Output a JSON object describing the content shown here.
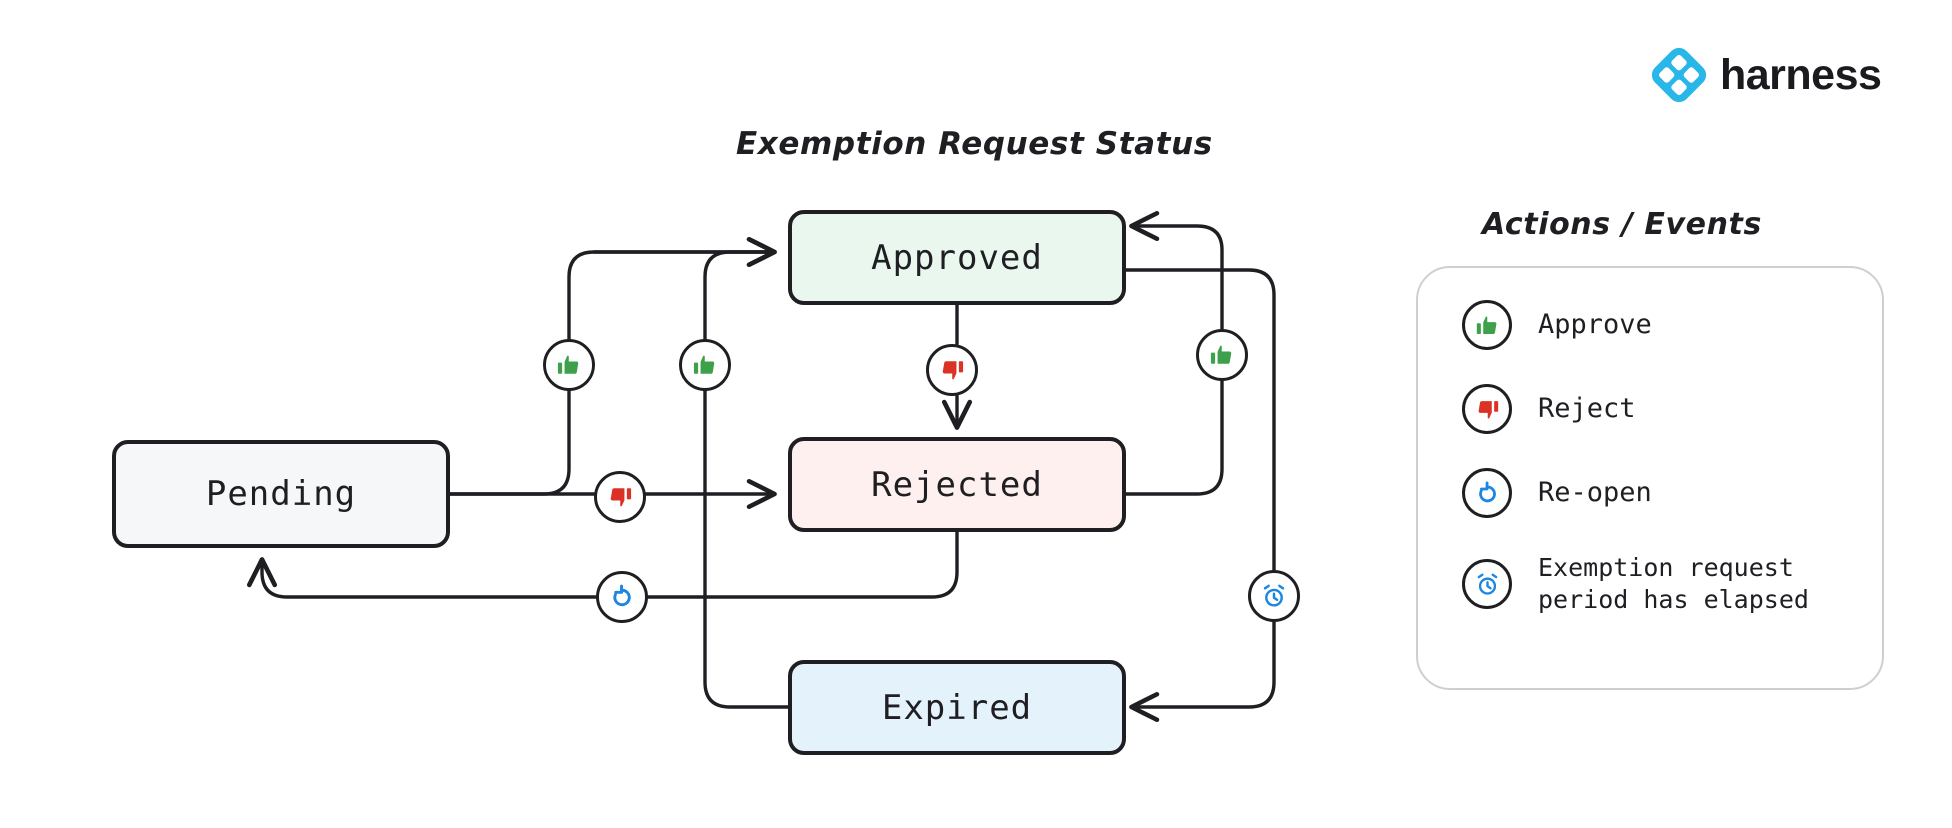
{
  "brand": {
    "name": "harness",
    "logo_icon": "harness-diamond-logo",
    "color": "#29B6E8"
  },
  "diagram": {
    "title": "Exemption Request Status",
    "type": "state-machine",
    "states": [
      {
        "id": "pending",
        "label": "Pending",
        "fill": "#f6f7f9",
        "stroke": "#1f1f23"
      },
      {
        "id": "approved",
        "label": "Approved",
        "fill": "#e9f7ee",
        "stroke": "#1f1f23"
      },
      {
        "id": "rejected",
        "label": "Rejected",
        "fill": "#fdf0ee",
        "stroke": "#1f1f23"
      },
      {
        "id": "expired",
        "label": "Expired",
        "fill": "#e4f2fb",
        "stroke": "#1f1f23"
      }
    ],
    "transitions": [
      {
        "from": "pending",
        "to": "approved",
        "action": "approve",
        "icon": "thumbs-up-icon"
      },
      {
        "from": "pending",
        "to": "rejected",
        "action": "reject",
        "icon": "thumbs-down-icon"
      },
      {
        "from": "approved",
        "to": "rejected",
        "action": "reject",
        "icon": "thumbs-down-icon"
      },
      {
        "from": "rejected",
        "to": "approved",
        "action": "approve",
        "icon": "thumbs-up-icon"
      },
      {
        "from": "expired",
        "to": "approved",
        "action": "approve",
        "icon": "thumbs-up-icon"
      },
      {
        "from": "approved",
        "to": "expired",
        "action": "exemption-request-period-has-elapsed",
        "icon": "alarm-clock-icon"
      },
      {
        "from": "expired",
        "to": "pending",
        "action": "re-open",
        "icon": "reopen-icon"
      }
    ]
  },
  "legend": {
    "title": "Actions / Events",
    "items": [
      {
        "icon": "thumbs-up-icon",
        "label": "Approve",
        "color": "#3EA04A"
      },
      {
        "icon": "thumbs-down-icon",
        "label": "Reject",
        "color": "#DC3226"
      },
      {
        "icon": "reopen-icon",
        "label": "Re-open",
        "color": "#1C86E0"
      },
      {
        "icon": "alarm-clock-icon",
        "label": "Exemption request\nperiod has elapsed",
        "color": "#1C86E0"
      }
    ]
  }
}
